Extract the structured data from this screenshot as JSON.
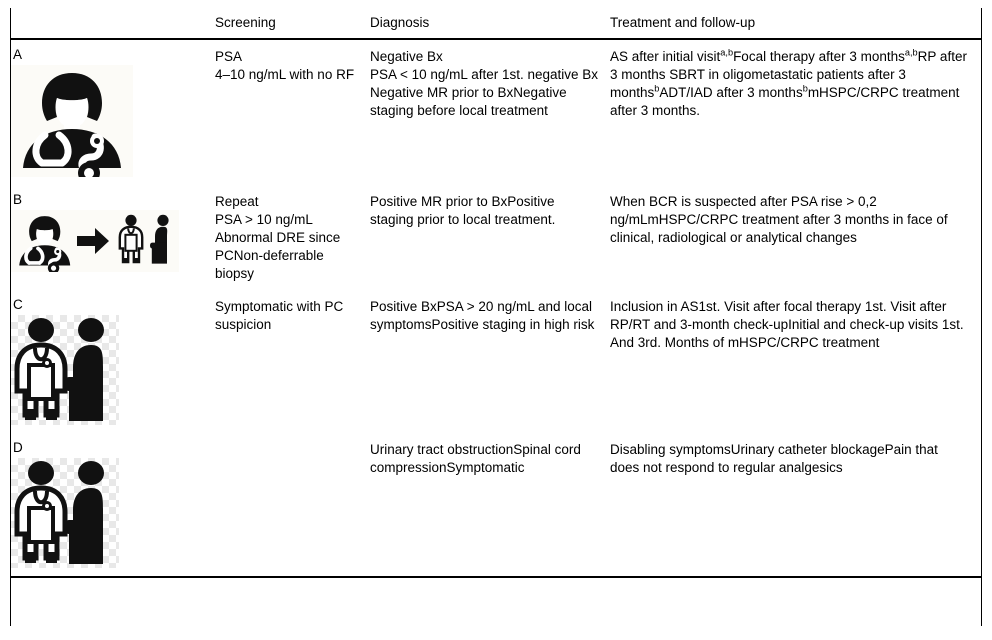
{
  "table": {
    "columns": [
      {
        "key": "icon",
        "label": ""
      },
      {
        "key": "screening",
        "label": "Screening"
      },
      {
        "key": "diagnosis",
        "label": "Diagnosis"
      },
      {
        "key": "treatment",
        "label": "Treatment and follow-up"
      }
    ],
    "rows": [
      {
        "label": "A",
        "icon": "doctor-bust-with-stethoscope-icon",
        "screening": "PSA\n4–10 ng/mL with no RF",
        "diagnosis": "Negative Bx\nPSA < 10 ng/mL after 1st. negative Bx Negative MR prior to BxNegative staging before local treatment",
        "treatment_parts": [
          {
            "text": "AS after initial visit"
          },
          {
            "sup": "a,b"
          },
          {
            "text": "Focal therapy after 3 months"
          },
          {
            "sup": "a,b"
          },
          {
            "text": "RP after 3 months SBRT in oligometastatic patients after 3 months"
          },
          {
            "sup": "b"
          },
          {
            "text": "ADT/IAD after 3 months"
          },
          {
            "sup": "b"
          },
          {
            "text": "mHSPC/CRPC treatment after 3 months."
          }
        ]
      },
      {
        "label": "B",
        "icon": "doctor-arrow-patient-icon",
        "screening": "Repeat\nPSA > 10 ng/mL Abnormal DRE since PCNon-deferrable biopsy",
        "diagnosis": "Positive MR prior to BxPositive staging prior to local treatment.",
        "treatment_parts": [
          {
            "text": "When BCR is suspected after PSA rise > 0,2 ng/mLmHSPC/CRPC treatment after 3 months in face of clinical, radiological or analytical changes"
          }
        ]
      },
      {
        "label": "C",
        "icon": "doctor-and-seated-patient-icon",
        "screening": "Symptomatic with PC suspicion",
        "diagnosis": "Positive BxPSA > 20 ng/mL and local symptomsPositive staging in high risk",
        "treatment_parts": [
          {
            "text": "Inclusion in AS1st. Visit after focal therapy 1st. Visit after RP/RT and 3-month check-upInitial and check-up visits 1st. And 3rd. Months of mHSPC/CRPC treatment"
          }
        ]
      },
      {
        "label": "D",
        "icon": "doctor-and-seated-patient-icon",
        "screening": "",
        "diagnosis": "Urinary tract obstructionSpinal cord compressionSymptomatic",
        "treatment_parts": [
          {
            "text": "Disabling symptomsUrinary catheter blockagePain that does not respond to regular analgesics"
          }
        ]
      }
    ]
  },
  "colors": {
    "rule": "#000000",
    "text": "#000000",
    "background": "#ffffff",
    "checker": "#e8e8e8"
  }
}
